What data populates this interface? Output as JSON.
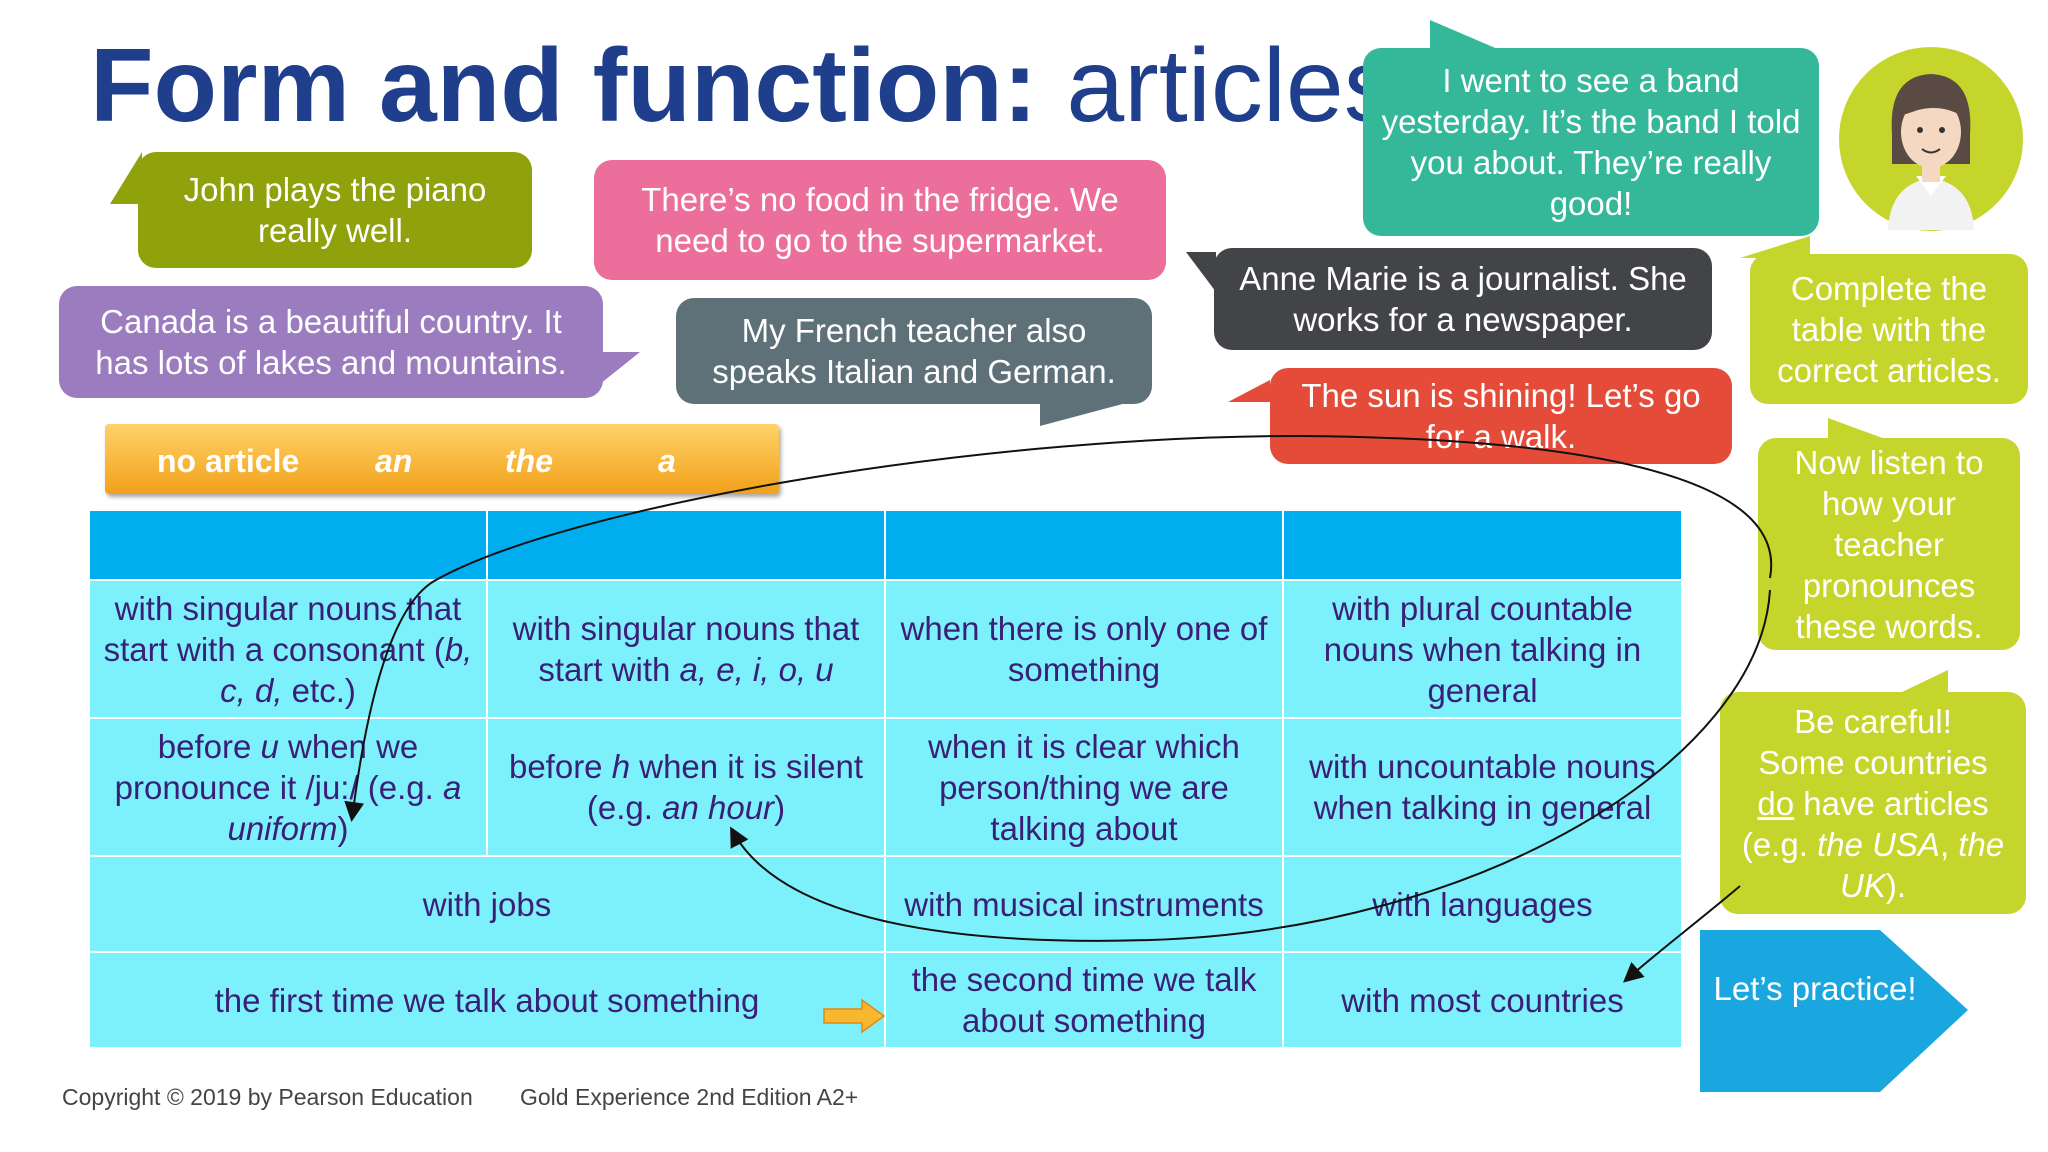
{
  "title": {
    "bold": "Form and function:",
    "rest": "articles"
  },
  "bubbles": {
    "john": "John plays the piano really well.",
    "fridge": "There’s no food in the fridge. We need to go to the supermarket.",
    "band": "I went to see a band yesterday. It’s the band I told you about. They’re really good!",
    "anne": "Anne Marie is a journalist. She works for a newspaper.",
    "canada": "Canada is a beautiful country. It has lots of lakes and mountains.",
    "french": "My French teacher also speaks Italian and German.",
    "sun": "The sun is shining! Let’s go for a walk."
  },
  "side": {
    "complete": "Complete the table with the correct articles.",
    "listen": "Now listen to how your teacher pronounces these words.",
    "careful": {
      "line1": "Be careful!",
      "line2": "Some countries",
      "do": "do",
      "have": " have articles (e.g. ",
      "ex1": "the USA",
      "comma": ", ",
      "ex2": "the UK",
      "end": ")."
    }
  },
  "answers": {
    "no_article": "no article",
    "an": "an",
    "the": "the",
    "a": "a"
  },
  "table": {
    "r1": {
      "c1": {
        "t1": "with singular nouns that start with a consonant (",
        "i1": "b, c, d,",
        "t2": " etc.)"
      },
      "c2": {
        "t1": "with singular nouns that start with ",
        "i1": "a, e, i, o, u"
      },
      "c3": "when there is only one of something",
      "c4": "with plural countable nouns when talking in general"
    },
    "r2": {
      "c1": {
        "t1": "before ",
        "i1": "u",
        "t2": " when we pronounce it /ju:/ (e.g. ",
        "i2": "a uniform",
        "t3": ")"
      },
      "c2": {
        "t1": "before ",
        "i1": "h",
        "t2": " when it is silent (e.g. ",
        "i2": "an hour",
        "t3": ")"
      },
      "c3": "when it is clear which person/thing we are talking about",
      "c4": "with uncountable nouns when talking in general"
    },
    "r3": {
      "c12": "with jobs",
      "c3": "with musical instruments",
      "c4": "with languages"
    },
    "r4": {
      "c12": "the first time we talk about something",
      "c3": "the second time we talk about something",
      "c4": "with most countries"
    }
  },
  "practice_label": "Let’s practice!",
  "footer": {
    "copyright": "Copyright © 2019 by Pearson Education",
    "book": "Gold Experience 2nd Edition A2+"
  },
  "colors": {
    "title": "#1f3f8c",
    "olive": "#8fa10b",
    "pink": "#eb6f9a",
    "teal": "#35b89a",
    "charcoal": "#434448",
    "purple": "#9a7cbf",
    "slate": "#5f7178",
    "red": "#e54b39",
    "lime": "#c5d52b",
    "table_head": "#00aeef",
    "table_cell": "#7df1fb",
    "table_text": "#3a1f78",
    "practice": "#1aa7e0"
  },
  "icons": {
    "avatar": "woman-avatar-icon",
    "arrow": "orange-right-arrow-icon"
  }
}
